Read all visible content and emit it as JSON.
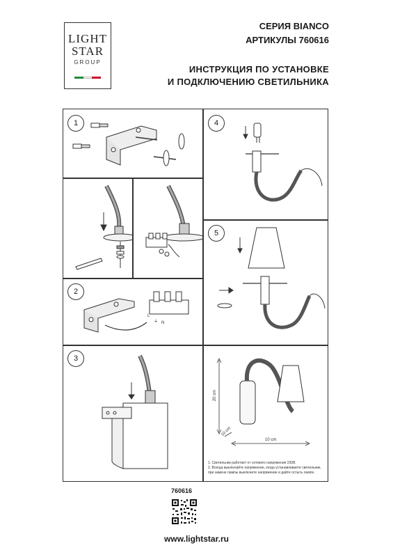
{
  "logo": {
    "line1": "LIGHT",
    "line2": "STAR",
    "line3": "GROUP",
    "flag_colors": [
      "#1f8a3b",
      "#ffffff",
      "#c8102e"
    ]
  },
  "header": {
    "series": "СЕРИЯ BIANCO",
    "articles": "АРТИКУЛЫ 760616",
    "title_line1": "ИНСТРУКЦИЯ ПО УСТАНОВКЕ",
    "title_line2": "И ПОДКЛЮЧЕНИЮ СВЕТИЛЬНИКА"
  },
  "steps": {
    "s1": "1",
    "s2": "2",
    "s3": "3",
    "s4": "4",
    "s5": "5"
  },
  "terminals": {
    "l": "L",
    "earth": "⏚",
    "n": "N"
  },
  "dimensions": {
    "height": "20 cm",
    "width": "10 cm",
    "depth": "10 cm"
  },
  "notes": {
    "n1": "1. Светильник работает от сетевого напряжения 230В.",
    "n2": "2. Всегда выключайте напряжение, когда устанавливаете светильник,",
    "n3": "при замене лампы выключите напряжение и дайте остыть лампе."
  },
  "footer": {
    "article": "760616",
    "url": "www.lightstar.ru"
  },
  "icons": [
    "logo-frame",
    "wrench-icon",
    "screw-icon",
    "lamp-bulb-icon",
    "shade-icon",
    "qr-code-icon"
  ]
}
